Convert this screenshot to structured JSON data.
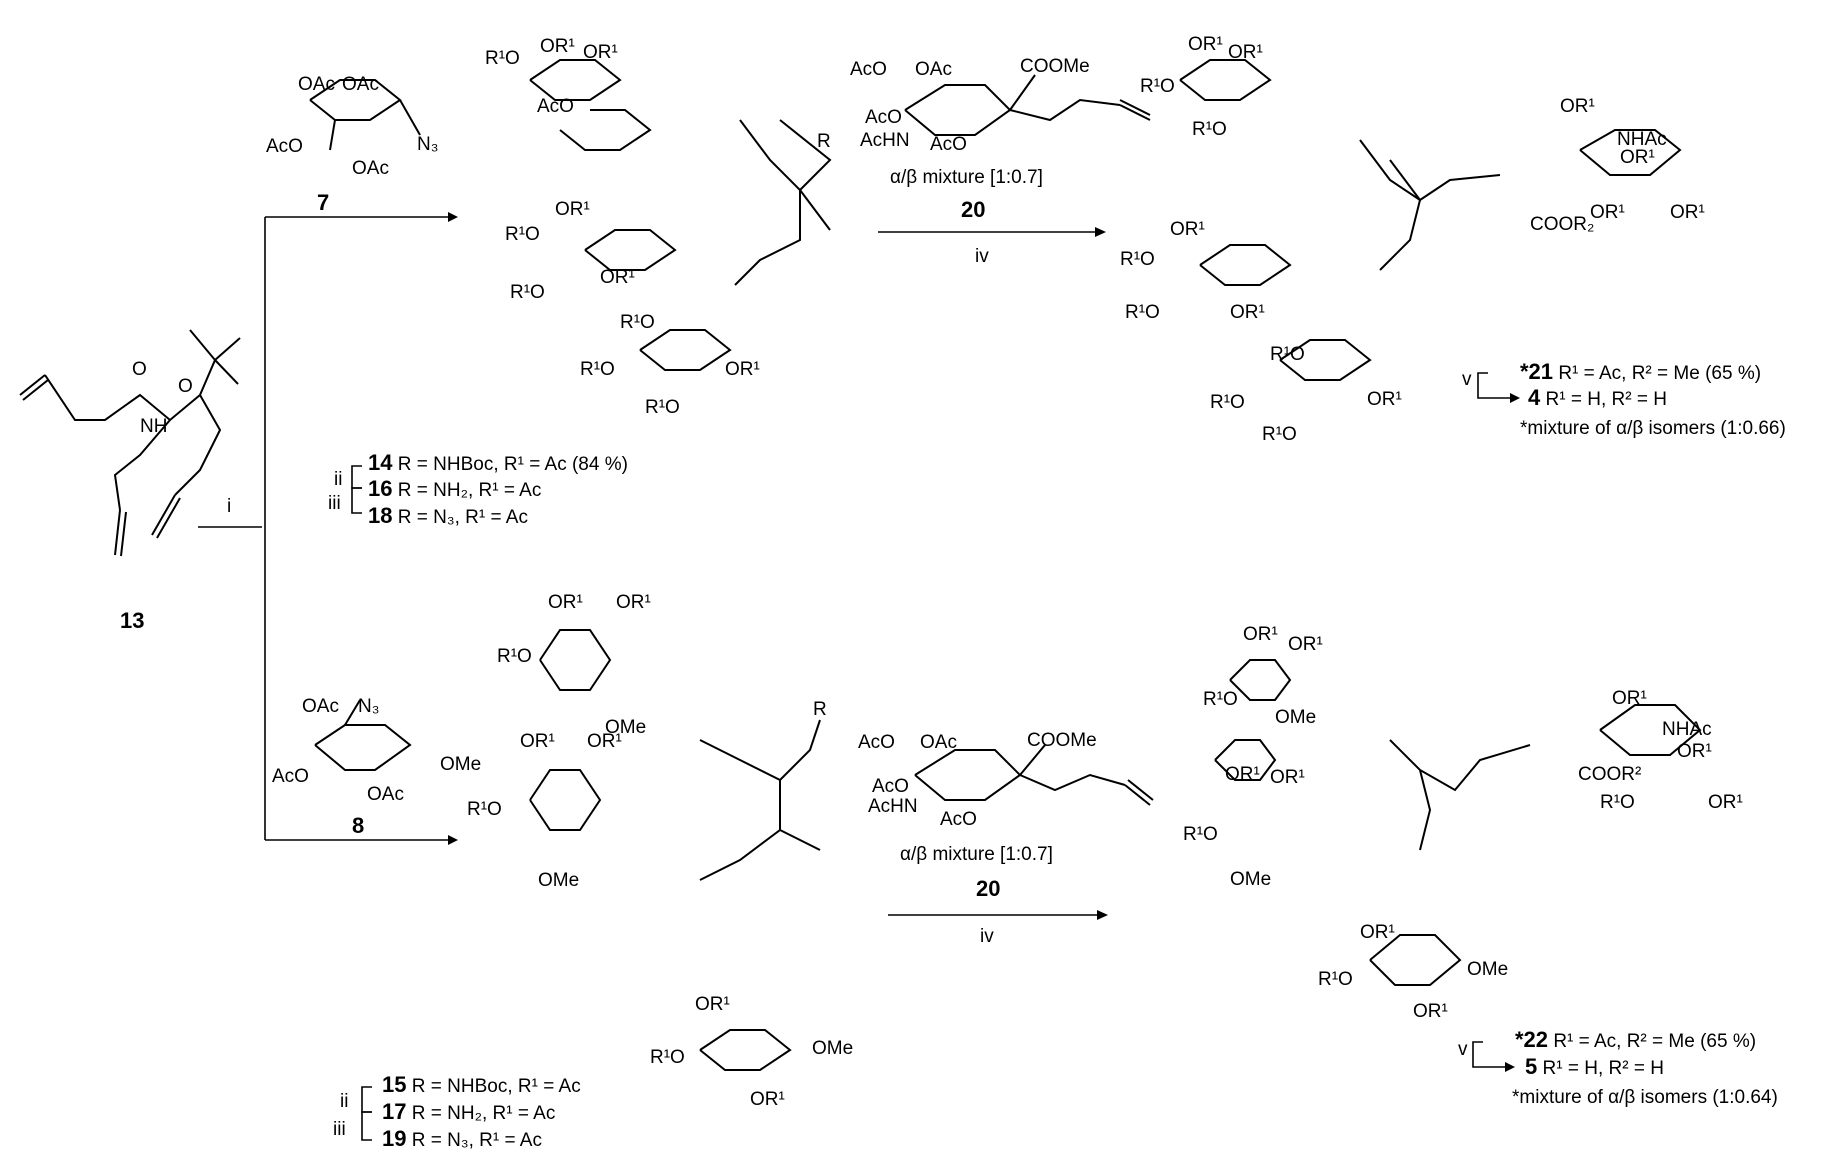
{
  "compounds": {
    "c13": "13",
    "c7": "7",
    "c8": "8",
    "c20_top": "20",
    "c20_bottom": "20"
  },
  "reagents": {
    "step_i": "i",
    "step_iv_top": "iv",
    "step_iv_bottom": "iv",
    "step_ii_top": "ii",
    "step_iii_top": "iii",
    "step_ii_bottom": "ii",
    "step_iii_bottom": "iii",
    "step_v_top": "v",
    "step_v_bottom": "v"
  },
  "sialic_mixture_top": "α/β mixture [1:0.7]",
  "sialic_mixture_bottom": "α/β mixture [1:0.7]",
  "product_list_top_left": [
    {
      "num": "14",
      "text": " R = NHBoc, R¹ = Ac (84 %)"
    },
    {
      "num": "16",
      "text": " R = NH₂, R¹ = Ac"
    },
    {
      "num": "18",
      "text": " R = N₃, R¹ = Ac"
    }
  ],
  "product_list_bottom_left": [
    {
      "num": "15",
      "text": " R = NHBoc, R¹ = Ac"
    },
    {
      "num": "17",
      "text": " R = NH₂, R¹ = Ac"
    },
    {
      "num": "19",
      "text": " R = N₃, R¹ = Ac"
    }
  ],
  "product_list_top_right": {
    "line1_num": "*21",
    "line1_text": " R¹ = Ac, R² = Me (65 %)",
    "line2_num": "4",
    "line2_text": "  R¹ = H,  R² = H",
    "note": "*mixture of α/β isomers (1:0.66)"
  },
  "product_list_bottom_right": {
    "line1_num": "*22",
    "line1_text": " R¹ = Ac, R² = Me (65 %)",
    "line2_num": "5",
    "line2_text": "  R¹ = H,  R² = H",
    "note": "*mixture of α/β isomers (1:0.64)"
  },
  "atom_labels": {
    "OAc": "OAc",
    "AcO": "AcO",
    "N3": "N₃",
    "OMe": "OMe",
    "COOMe": "COOMe",
    "AcHN": "AcHN",
    "NHAc": "NHAc",
    "OR1": "OR¹",
    "R1O": "R¹O",
    "COOR2": "COOR₂",
    "COOR2b": "COOR²",
    "NH": "NH",
    "O": "O",
    "N": "N",
    "R": "R"
  }
}
